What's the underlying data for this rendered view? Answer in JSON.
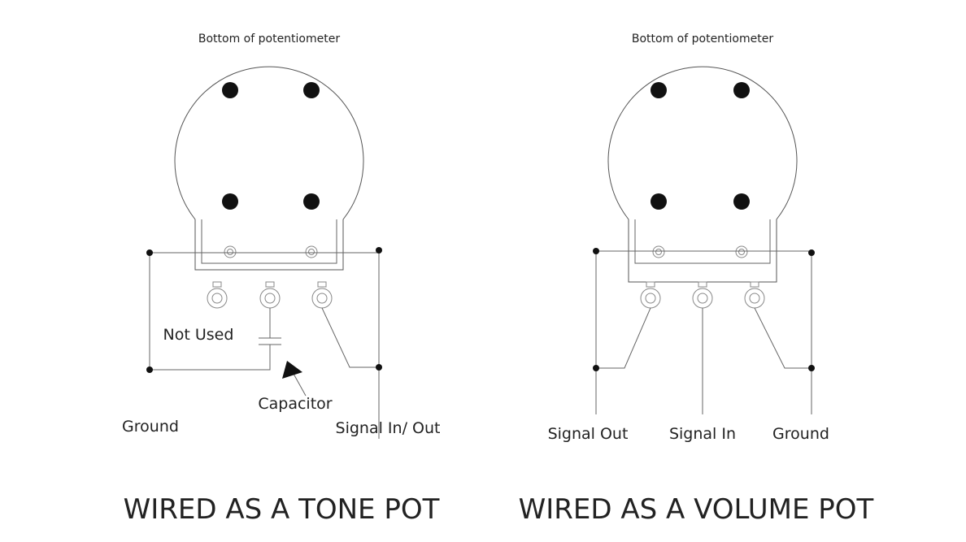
{
  "tone_pot": {
    "header": "Bottom of potentiometer",
    "not_used": "Not Used",
    "capacitor": "Capacitor",
    "ground": "Ground",
    "signal_in_out": "Signal In/ Out",
    "title": "WIRED AS A TONE POT"
  },
  "volume_pot": {
    "header": "Bottom of potentiometer",
    "signal_out": "Signal  Out",
    "signal_in": "Signal In",
    "ground": "Ground",
    "title": "WIRED AS A VOLUME POT"
  },
  "colors": {
    "line": "#666666",
    "ink": "#111111",
    "background": "#ffffff"
  }
}
